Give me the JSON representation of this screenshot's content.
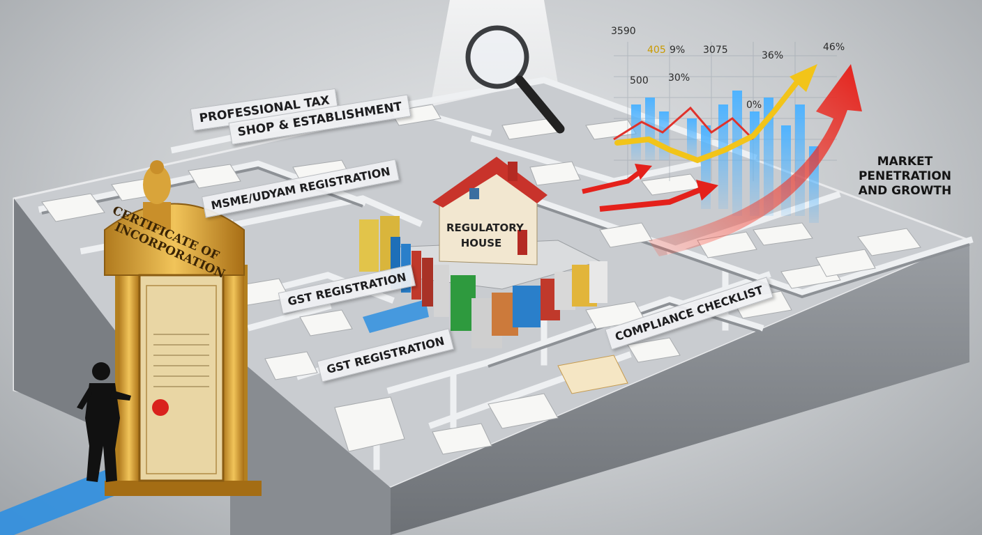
{
  "labels": {
    "professional_tax": "PROFESSIONAL TAX",
    "shop_establishment": "SHOP & ESTABLISHMENT",
    "msme": "MSME/UDYAM REGISTRATION",
    "gst_1": "GST REGISTRATION",
    "gst_2": "GST REGISTRATION",
    "compliance": "COMPLIANCE CHECKLIST"
  },
  "gate": {
    "line1": "CERTIFICATE OF",
    "line2": "INCORPORATION"
  },
  "house": {
    "line1": "REGULATORY",
    "line2": "HOUSE"
  },
  "growth": {
    "line1": "MARKET PENETRATION",
    "line2": "AND GROWTH"
  },
  "chart_figures": [
    "3590",
    "405",
    "9%",
    "3075",
    "36%",
    "46%",
    "500",
    "30%",
    "0%"
  ],
  "colors": {
    "maze_wall": "#8a8e93",
    "maze_top": "#d7d9dc",
    "gate_gold": "#d9a43a",
    "path_blue": "#2f8fe0",
    "arrow_red": "#e4211b",
    "arrow_yellow": "#f2c419",
    "roof_red": "#c8332b"
  },
  "icons": [
    "magnifying-glass-icon",
    "national-emblem-icon",
    "person-silhouette-icon",
    "growth-arrow-icon"
  ]
}
